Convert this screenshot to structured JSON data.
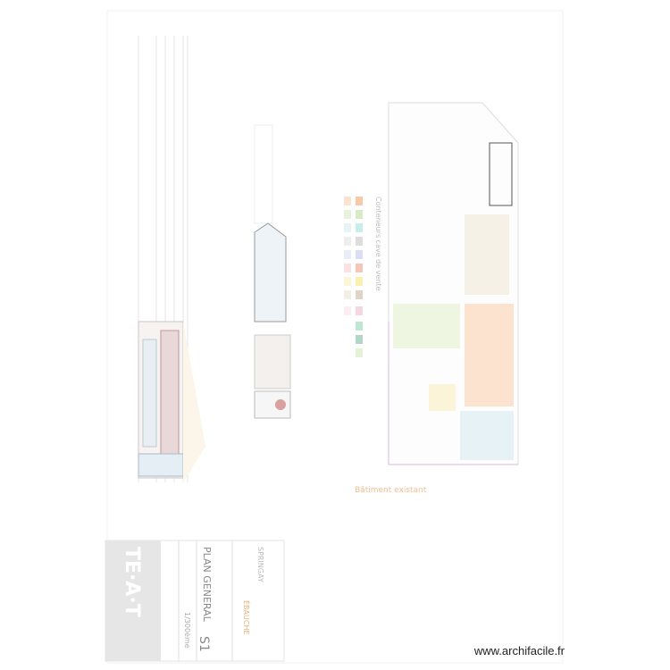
{
  "title_block": {
    "logo": "TE·A·T",
    "project": "PLAN GENERAL",
    "sheet": "S1",
    "scale": "1/300ème",
    "client": "SPRINGAY",
    "label_orange": "ÉBAUCHE"
  },
  "labels": {
    "existing_building": "Bâtiment existant",
    "legend_title": "Conteneurs cave de vente"
  },
  "watermark": "www.archifacile.fr",
  "colors": {
    "orange": "#f2c9a0",
    "green": "#cfe6b8",
    "pink": "#f6c9d6",
    "teal": "#b9e6e0",
    "accent_text": "#e8b27a"
  }
}
